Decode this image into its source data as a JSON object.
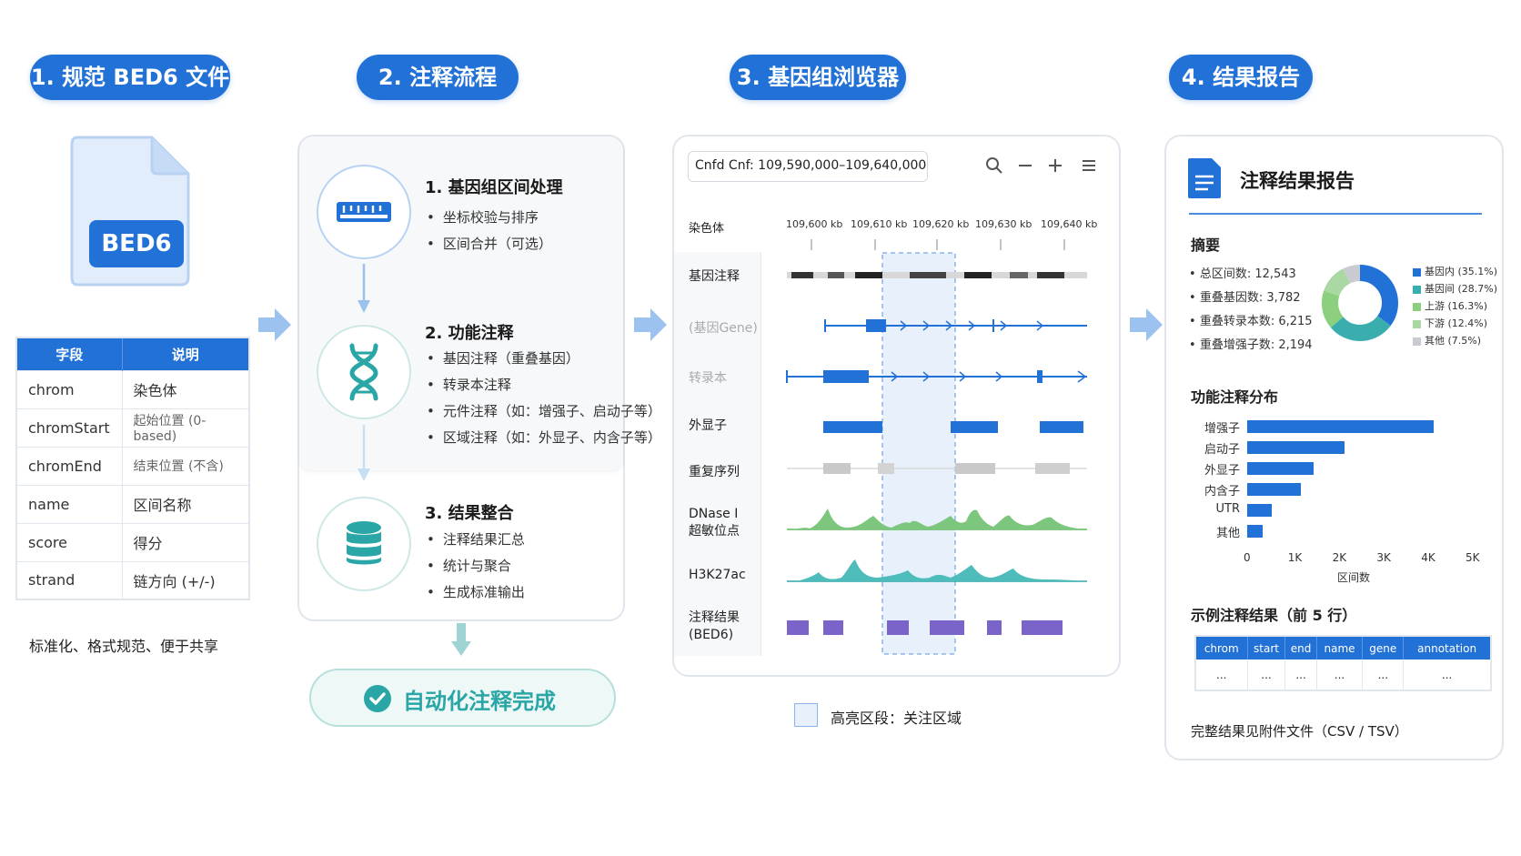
{
  "section1": {
    "header": "1. 规范 BED6 文件",
    "file_badge": "BED6",
    "table_headers": [
      "字段",
      "说明"
    ],
    "rows": [
      {
        "field": "chrom",
        "desc": "染色体"
      },
      {
        "field": "chromStart",
        "desc": "起始位置 (0-based)"
      },
      {
        "field": "chromEnd",
        "desc": "结束位置 (不含)"
      },
      {
        "field": "name",
        "desc": "区间名称"
      },
      {
        "field": "score",
        "desc": "得分"
      },
      {
        "field": "strand",
        "desc": "链方向 (+/-)"
      }
    ],
    "footer": "标准化、格式规范、便于共享"
  },
  "section2": {
    "header": "2. 注释流程",
    "steps": [
      {
        "title": "1. 基因组区间处理",
        "items": [
          "坐标校验与排序",
          "区间合并（可选）"
        ]
      },
      {
        "title": "2. 功能注释",
        "items": [
          "基因注释（重叠基因）",
          "转录本注释",
          "元件注释（如：增强子、启动子等）",
          "区域注释（如：外显子、内含子等）"
        ]
      },
      {
        "title": "3. 结果整合",
        "items": [
          "注释结果汇总",
          "统计与聚合",
          "生成标准输出"
        ]
      }
    ],
    "done_label": "自动化注释完成"
  },
  "section3": {
    "header": "3. 基因组浏览器",
    "locus": "Cnfd  Cnf: 109,590,000–109,640,000",
    "chrom_label": "染色体",
    "ruler": [
      "109,600 kb",
      "109,610 kb",
      "109,620 kb",
      "109,630 kb",
      "109,640 kb"
    ],
    "tracks": [
      "基因注释",
      "(基因Gene)",
      "转录本",
      "外显子",
      "重复序列",
      "DNase I\n超敏位点",
      "H3K27ac",
      "注释结果\n(BED6)"
    ],
    "legend": "高亮区段：关注区域"
  },
  "section4": {
    "header": "4. 结果报告",
    "title": "注释结果报告",
    "summary_title": "摘要",
    "stats": [
      {
        "label": "总区间数:",
        "value": "12,543"
      },
      {
        "label": "重叠基因数:",
        "value": "3,782"
      },
      {
        "label": "重叠转录本数:",
        "value": "6,215"
      },
      {
        "label": "重叠增强子数:",
        "value": "2,194"
      }
    ],
    "func_title": "功能注释分布",
    "x_axis_label": "区间数",
    "example_title": "示例注释结果（前 5 行）",
    "example_headers": [
      "chrom",
      "start",
      "end",
      "name",
      "gene",
      "annotation"
    ],
    "example_row": [
      "...",
      "...",
      "...",
      "...",
      "...",
      "..."
    ],
    "footer": "完整结果见附件文件（CSV / TSV）"
  },
  "chart_data": [
    {
      "type": "pie",
      "categories": [
        "基因内 (35.1%)",
        "基因间 (28.7%)",
        "上游 (16.3%)",
        "下游 (12.4%)",
        "其他 (7.5%)"
      ],
      "values": [
        35.1,
        28.7,
        16.3,
        12.4,
        7.5
      ],
      "colors": [
        "#2271d6",
        "#3aaeae",
        "#8ccf7e",
        "#a9d8a2",
        "#c8ccd1"
      ],
      "legend": "right"
    },
    {
      "type": "bar",
      "orientation": "horizontal",
      "categories": [
        "增强子",
        "启动子",
        "外显子",
        "内含子",
        "UTR",
        "其他"
      ],
      "values": [
        4200,
        2200,
        1500,
        1200,
        550,
        350
      ],
      "xlabel": "区间数",
      "xlim": [
        0,
        5000
      ],
      "ticks": [
        "0",
        "1K",
        "2K",
        "3K",
        "4K",
        "5K"
      ],
      "color": "#2271d6"
    }
  ]
}
